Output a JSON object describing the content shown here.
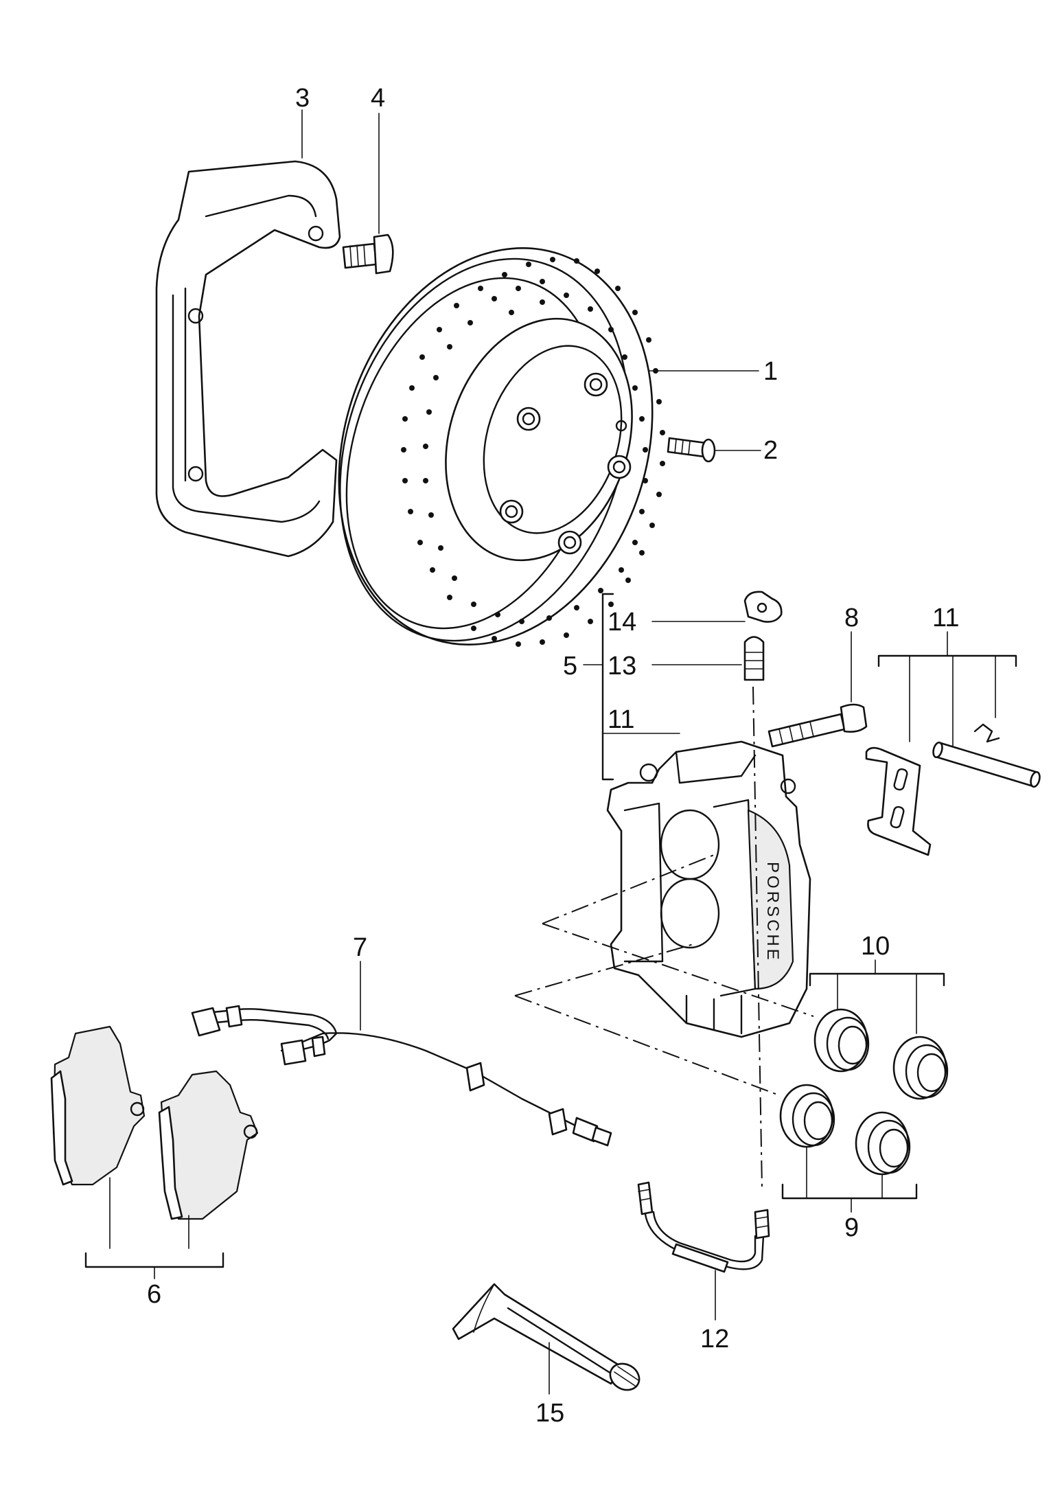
{
  "diagram": {
    "callouts": [
      {
        "id": "c1",
        "text": "1"
      },
      {
        "id": "c2",
        "text": "2"
      },
      {
        "id": "c3",
        "text": "3"
      },
      {
        "id": "c4",
        "text": "4"
      },
      {
        "id": "c5",
        "text": "5"
      },
      {
        "id": "c6",
        "text": "6"
      },
      {
        "id": "c7",
        "text": "7"
      },
      {
        "id": "c8",
        "text": "8"
      },
      {
        "id": "c9",
        "text": "9"
      },
      {
        "id": "c10",
        "text": "10"
      },
      {
        "id": "c11a",
        "text": "11"
      },
      {
        "id": "c11b",
        "text": "11"
      },
      {
        "id": "c12",
        "text": "12"
      },
      {
        "id": "c13",
        "text": "13"
      },
      {
        "id": "c14",
        "text": "14"
      },
      {
        "id": "c15",
        "text": "15"
      }
    ],
    "caliper_logo": "PORSCHE"
  }
}
